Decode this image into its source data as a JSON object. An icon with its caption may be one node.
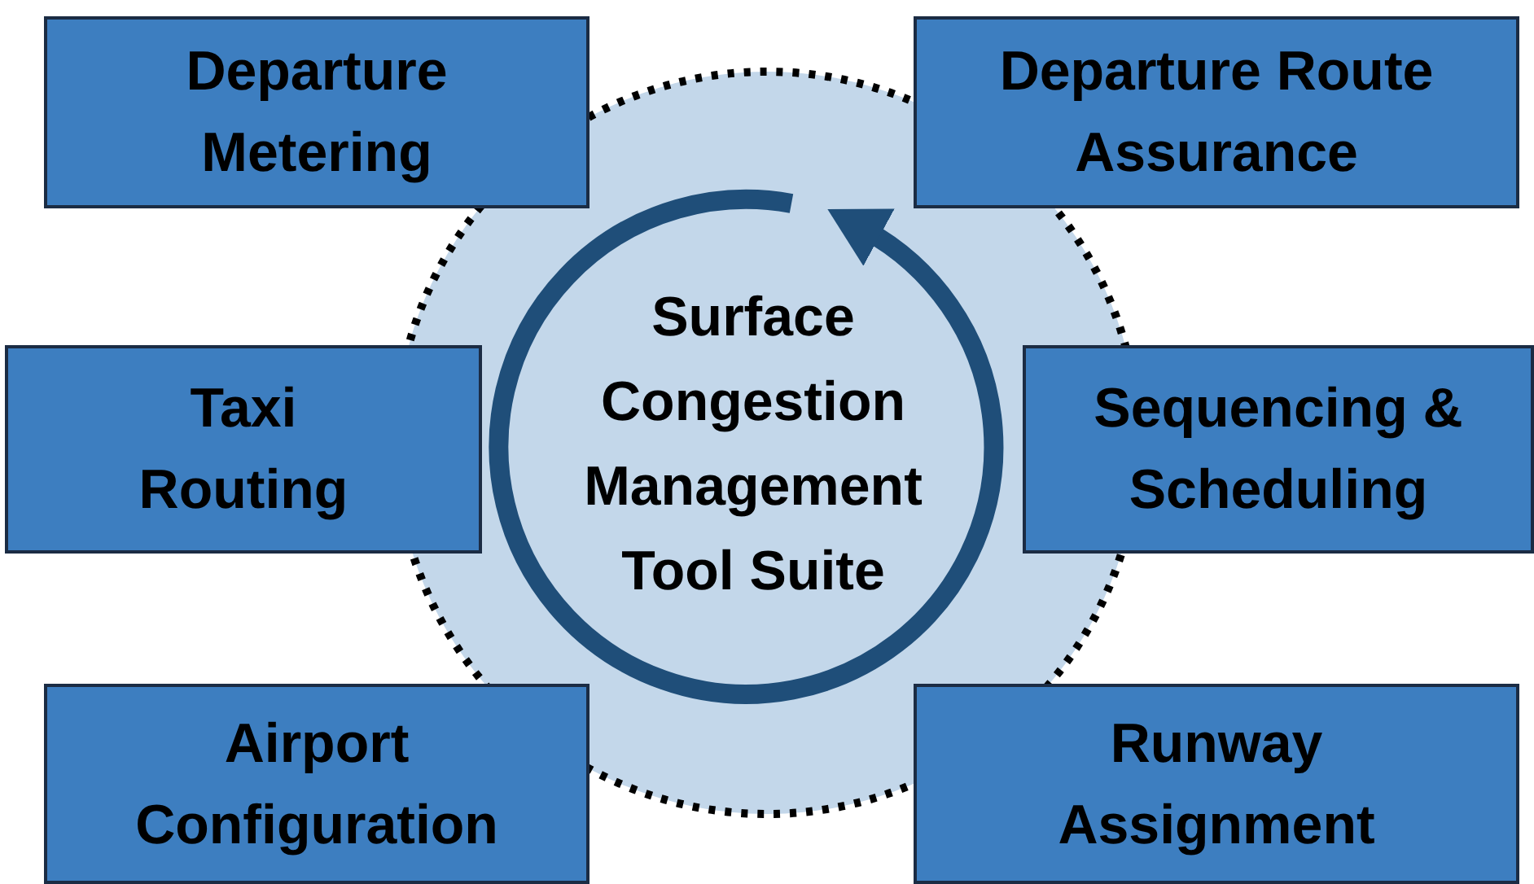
{
  "diagram": {
    "nodes": [
      {
        "text": [
          "Departure Metering"
        ]
      },
      {
        "text": [
          "Departure Route Assurance"
        ]
      },
      {
        "text": [
          "Taxi Routing"
        ]
      },
      {
        "text": [
          "Sequencing & Scheduling"
        ]
      },
      {
        "text": [
          "Airport Configuration"
        ]
      },
      {
        "text": [
          "Runway Assignment"
        ]
      },
      {
        "text": [
          "Surface Congestion Management Tool Suite"
        ]
      }
    ]
  }
}
